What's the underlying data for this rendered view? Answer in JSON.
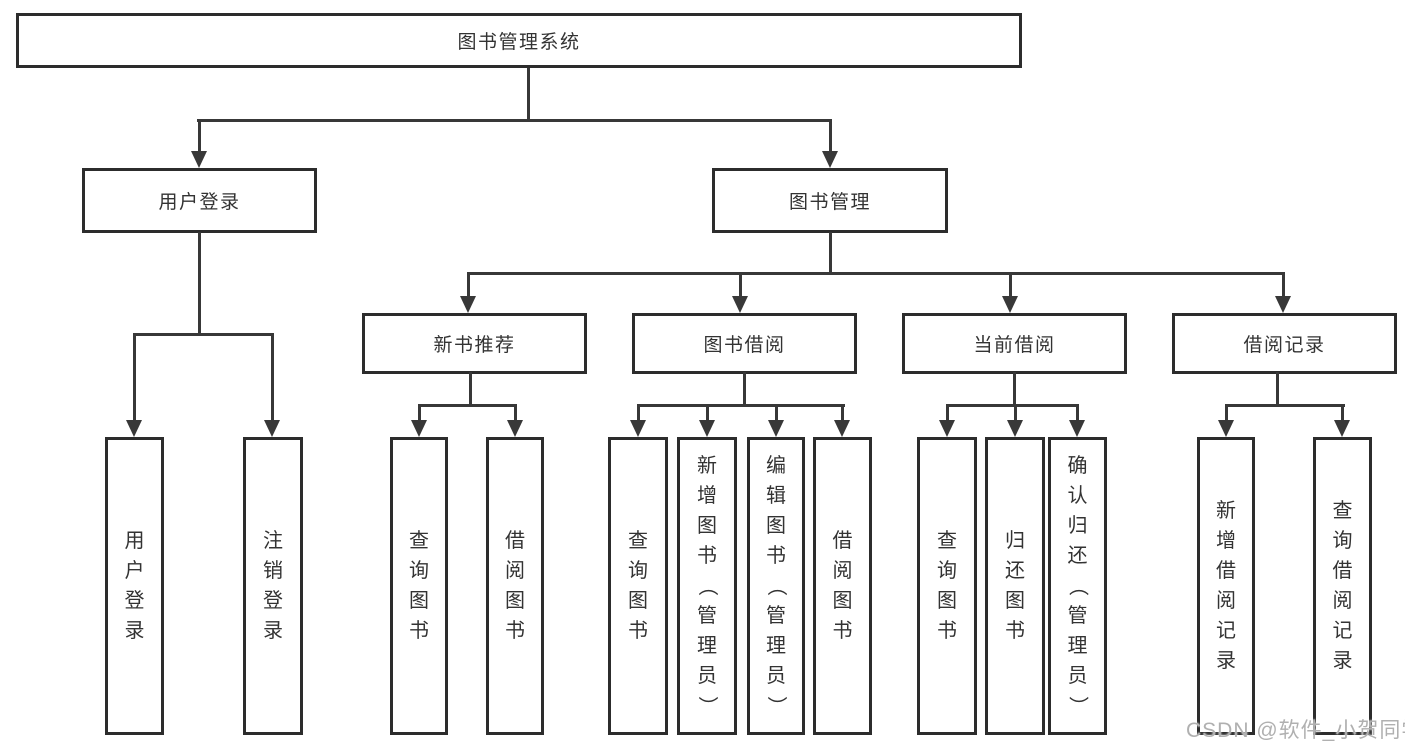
{
  "colors": {
    "line": "#383838",
    "border": "#2c2c2c",
    "text": "#333333",
    "background": "#ffffff",
    "watermark": "#b0b0b0"
  },
  "watermark": {
    "text": "CSDN @软件_小贺同学"
  },
  "tree": {
    "root": {
      "label": "图书管理系统"
    },
    "branches": [
      {
        "label": "用户登录",
        "children": [
          {
            "label": "用户登录"
          },
          {
            "label": "注销登录"
          }
        ]
      },
      {
        "label": "图书管理",
        "children": [
          {
            "label": "新书推荐",
            "children": [
              {
                "label": "查询图书"
              },
              {
                "label": "借阅图书"
              }
            ]
          },
          {
            "label": "图书借阅",
            "children": [
              {
                "label": "查询图书"
              },
              {
                "label": "新增图书（管理员）"
              },
              {
                "label": "编辑图书（管理员）"
              },
              {
                "label": "借阅图书"
              }
            ]
          },
          {
            "label": "当前借阅",
            "children": [
              {
                "label": "查询图书"
              },
              {
                "label": "归还图书"
              },
              {
                "label": "确认归还（管理员）"
              }
            ]
          },
          {
            "label": "借阅记录",
            "children": [
              {
                "label": "新增借阅记录"
              },
              {
                "label": "查询借阅记录"
              }
            ]
          }
        ]
      }
    ]
  }
}
